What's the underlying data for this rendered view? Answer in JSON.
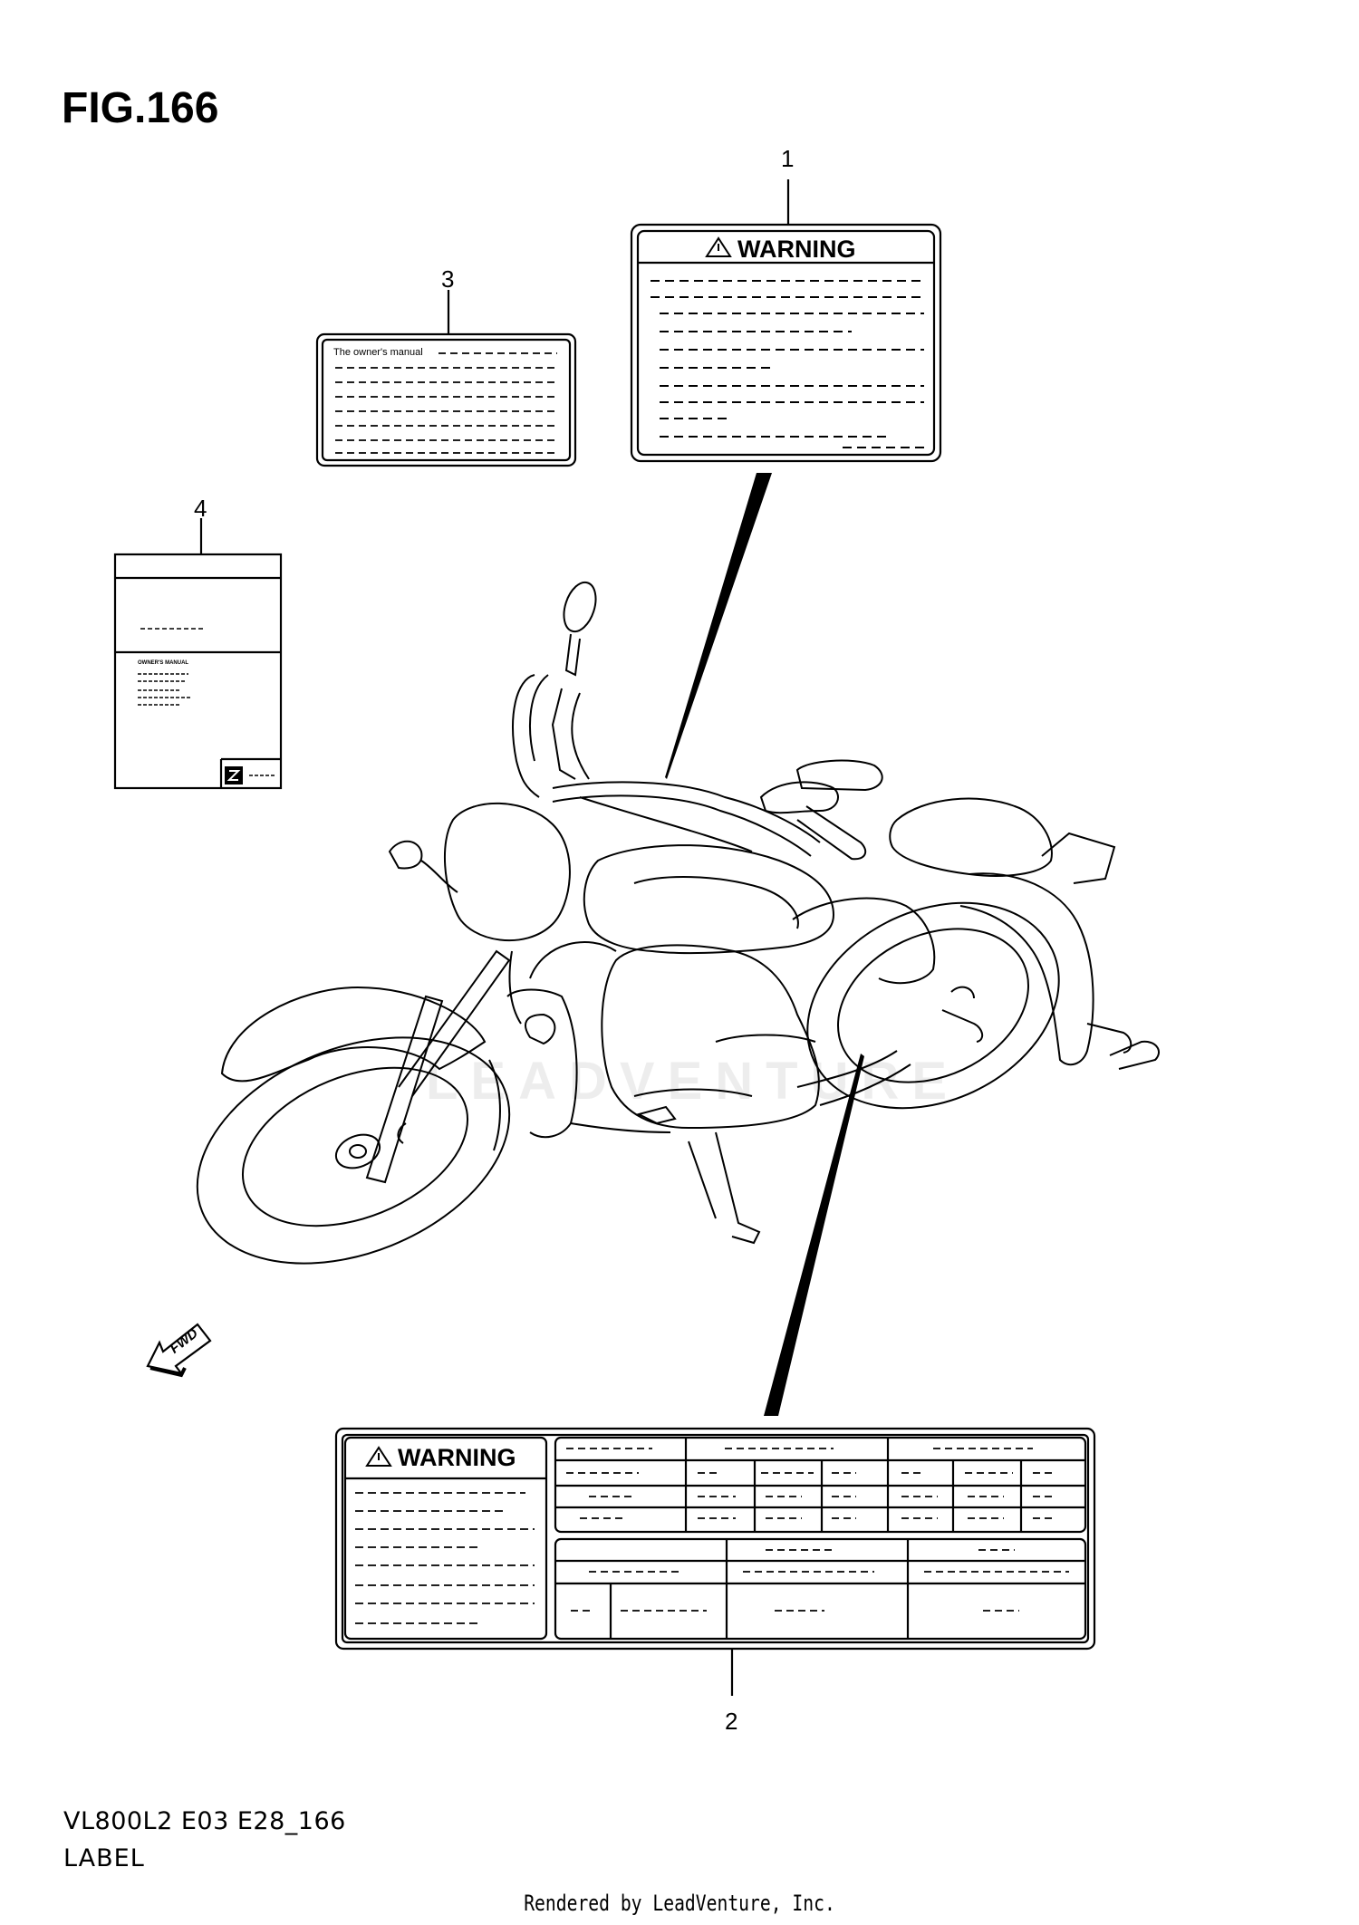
{
  "figure": {
    "title": "FIG.166",
    "model_code": "VL800L2 E03 E28_166",
    "section_name": "LABEL"
  },
  "callouts": [
    {
      "number": "1",
      "part": "warning-label"
    },
    {
      "number": "2",
      "part": "info-warning-label"
    },
    {
      "number": "3",
      "part": "owners-manual-label"
    },
    {
      "number": "4",
      "part": "owners-manual"
    }
  ],
  "labels": {
    "warning_1": "WARNING",
    "warning_2": "WARNING",
    "manual_notice": "The owner's manual",
    "manual_cover": "OWNER'S MANUAL"
  },
  "direction_marker": "FWD",
  "watermark": "LEADVENTURE",
  "footer": "Rendered by LeadVenture, Inc."
}
